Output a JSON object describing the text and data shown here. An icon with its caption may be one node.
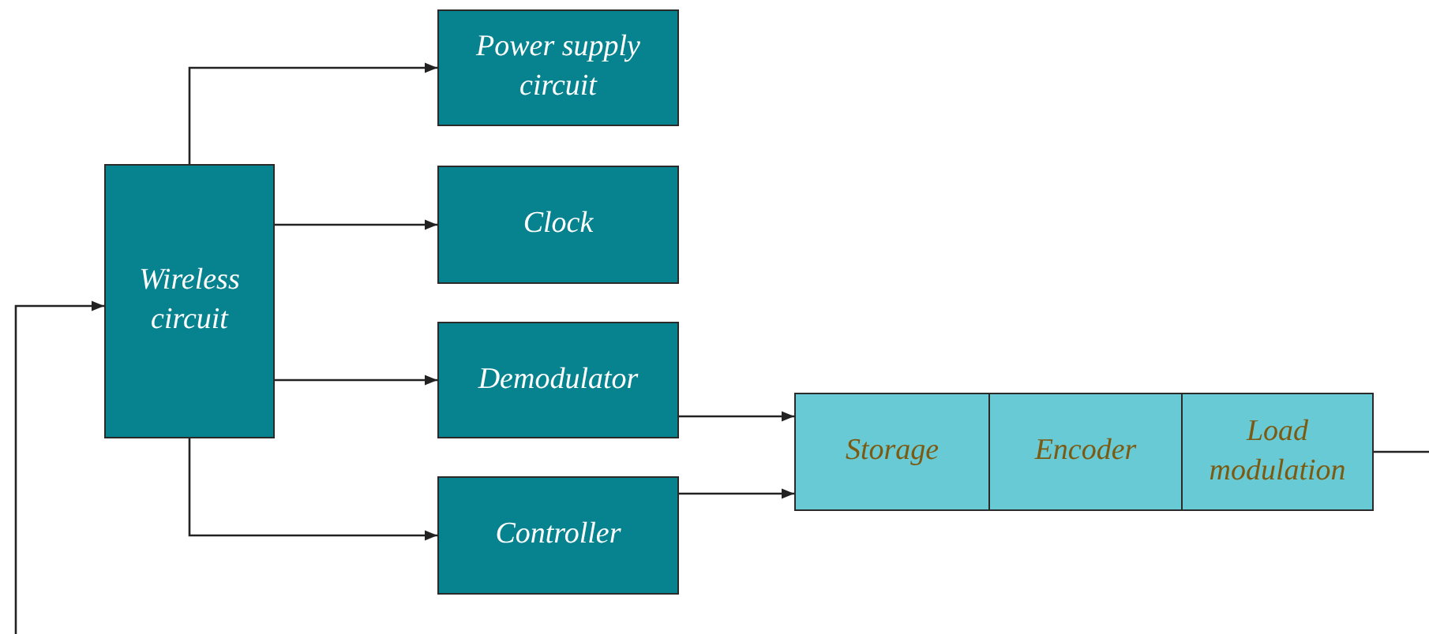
{
  "diagram": {
    "nodes": [
      {
        "text": [
          "Wireless circuit"
        ]
      },
      {
        "text": [
          "Power supply circuit"
        ]
      },
      {
        "text": [
          "Clock"
        ]
      },
      {
        "text": [
          "Demodulator"
        ]
      },
      {
        "text": [
          "Controller"
        ]
      },
      {
        "text": [
          "Storage"
        ]
      },
      {
        "text": [
          "Encoder"
        ]
      },
      {
        "text": [
          "Load modulation"
        ]
      }
    ],
    "edges": [
      {
        "from": 0,
        "to": 1,
        "arrow": "to"
      },
      {
        "from": 0,
        "to": 2,
        "arrow": "to"
      },
      {
        "from": 0,
        "to": 3,
        "arrow": "to"
      },
      {
        "from": 0,
        "to": 4,
        "arrow": "to"
      },
      {
        "from": 3,
        "to": 5,
        "arrow": "to"
      },
      {
        "from": 4,
        "to": 5,
        "arrow": "to"
      },
      {
        "from": 7,
        "to": null,
        "arrow": "none"
      },
      {
        "from": null,
        "to": 0,
        "arrow": "to"
      }
    ]
  }
}
